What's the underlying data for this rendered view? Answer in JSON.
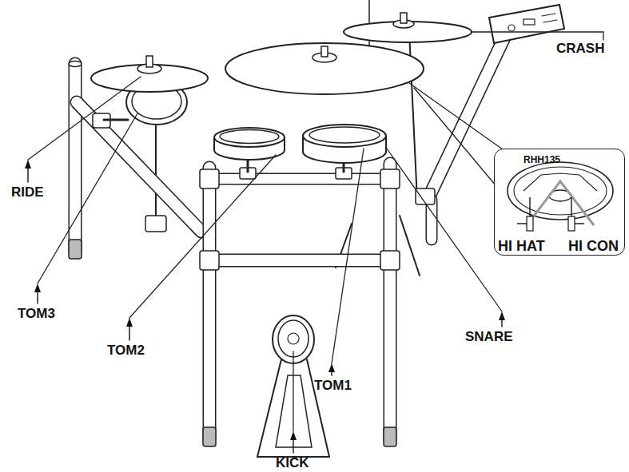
{
  "diagram": {
    "nodes": [
      {
        "text": [
          "RHH135",
          "HI HAT",
          "HI CON"
        ]
      }
    ],
    "labels": [
      "CRASH",
      "RIDE",
      "TOM3",
      "TOM2",
      "SNARE",
      "TOM1",
      "KICK"
    ]
  }
}
